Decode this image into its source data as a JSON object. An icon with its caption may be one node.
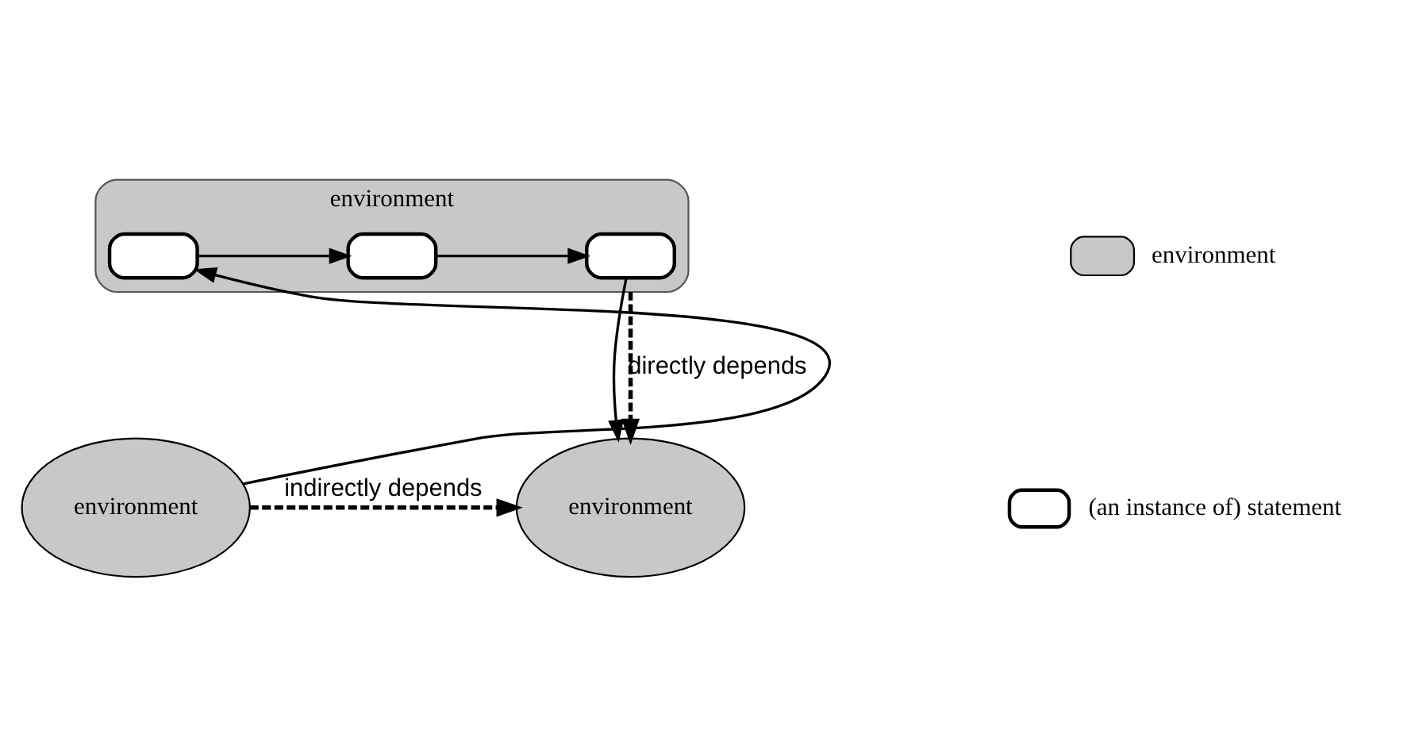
{
  "diagram": {
    "nodes": [
      {
        "text": [
          "environment"
        ]
      },
      {
        "text": [],
        "shape": "box",
        "in": 0
      },
      {
        "text": [],
        "shape": "box",
        "in": 0
      },
      {
        "text": [],
        "shape": "box",
        "in": 0
      },
      {
        "text": [
          "environment"
        ]
      },
      {
        "text": [
          "environment"
        ]
      }
    ],
    "edges": [
      {
        "from": 4,
        "to": 1,
        "arrow": "to"
      },
      {
        "from": 1,
        "to": 2,
        "arrow": "to"
      },
      {
        "from": 2,
        "to": 3,
        "arrow": "to"
      },
      {
        "from": 3,
        "to": 5,
        "arrow": "to"
      },
      {
        "from": 0,
        "to": 5,
        "arrow": "to",
        "label": "directly depends",
        "style": "dashed"
      },
      {
        "from": 4,
        "to": 5,
        "arrow": "to",
        "label": "indirectly depends",
        "style": "dashed"
      }
    ],
    "legend": [
      {
        "text": "environment"
      },
      {
        "text": "(an instance of) statement"
      }
    ]
  }
}
